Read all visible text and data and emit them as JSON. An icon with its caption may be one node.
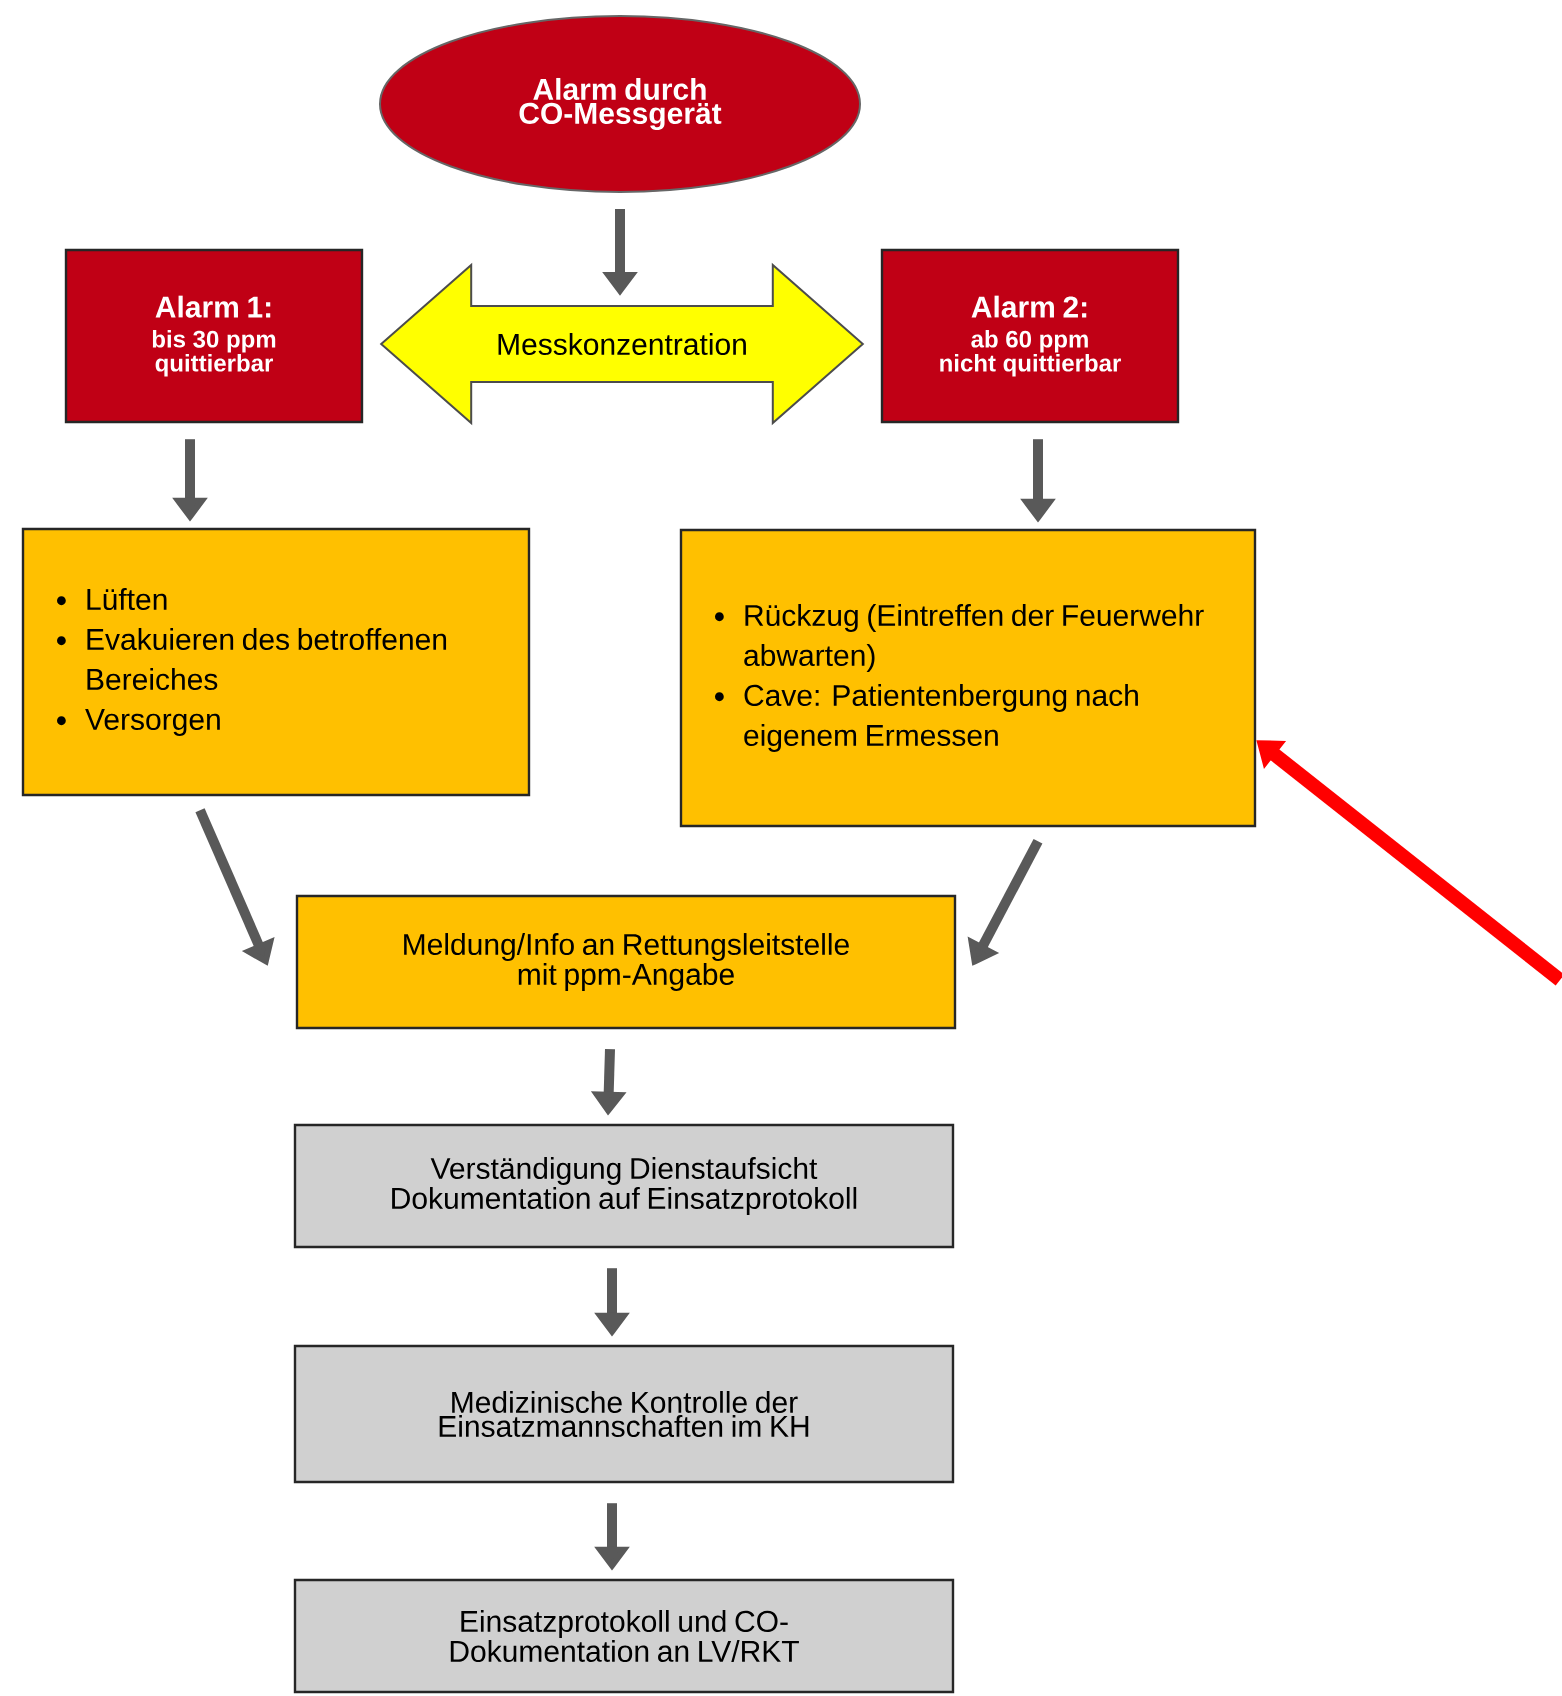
{
  "diagram": {
    "nodes": [
      {
        "text": [
          "Alarm durch CO-Messgerät"
        ]
      },
      {
        "text": [
          "Alarm 1:",
          "bis 30 ppm",
          "quittierbar"
        ]
      },
      {
        "text": [
          "Alarm 2:",
          "ab 60 ppm",
          "nicht quittierbar"
        ]
      },
      {
        "text": [
          "Lüften",
          "Evakuieren des betroffenen Bereiches",
          "Versorgen"
        ]
      },
      {
        "text": [
          "Rückzug (Eintreffen der Feuerwehr abwarten)",
          "Cave: Patientenbergung nach eigenem Ermessen"
        ]
      },
      {
        "text": [
          "Meldung/Info an Rettungsleitstelle mit ppm-Angabe"
        ]
      },
      {
        "text": [
          "Verständigung Dienstaufsicht Dokumentation auf Einsatzprotokoll"
        ]
      },
      {
        "text": [
          "Medizinische Kontrolle der Einsatzmannschaften im KH"
        ]
      },
      {
        "text": [
          "Einsatzprotokoll und CO-Dokumentation an LV/RKT"
        ]
      }
    ],
    "edges": [
      {
        "from": 1,
        "to": 2,
        "arrow": "both",
        "label": "Messkonzentration",
        "style": "thick",
        "color": "#ffff00"
      },
      {
        "from": 0,
        "to": null,
        "arrow": "to"
      },
      {
        "from": 1,
        "to": 3,
        "arrow": "to"
      },
      {
        "from": 2,
        "to": 4,
        "arrow": "to"
      },
      {
        "from": 3,
        "to": 5,
        "arrow": "to"
      },
      {
        "from": 4,
        "to": 5,
        "arrow": "to"
      },
      {
        "from": 5,
        "to": 6,
        "arrow": "to"
      },
      {
        "from": 6,
        "to": 7,
        "arrow": "to"
      },
      {
        "from": 7,
        "to": 8,
        "arrow": "to"
      },
      {
        "from": null,
        "to": 4,
        "arrow": "to",
        "color": "#ff0000"
      }
    ]
  }
}
